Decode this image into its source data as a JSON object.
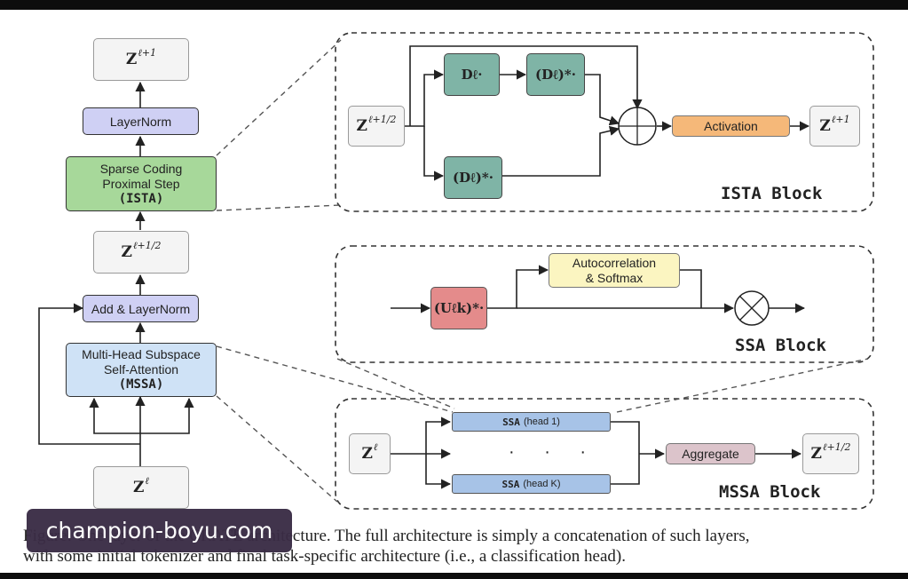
{
  "left_stack": {
    "z_out": {
      "base": "Z",
      "sup": "ℓ+1"
    },
    "layernorm": "LayerNorm",
    "ista": {
      "line1": "Sparse Coding",
      "line2": "Proximal Step",
      "line3": "(ISTA)"
    },
    "z_half": {
      "base": "Z",
      "sup": "ℓ+1/2"
    },
    "add_layernorm": "Add & LayerNorm",
    "mssa": {
      "line1": "Multi-Head Subspace",
      "line2": "Self-Attention",
      "line3": "(MSSA)"
    },
    "z_in": {
      "base": "Z",
      "sup": "ℓ"
    }
  },
  "ista_block": {
    "input": {
      "base": "Z",
      "sup": "ℓ+1/2"
    },
    "d_op": "Dℓ·",
    "dstar_op_top": "(Dℓ)*·",
    "dstar_op_bottom": "(Dℓ)*·",
    "sum_symbol": "⊕",
    "activation": "Activation",
    "output": {
      "base": "Z",
      "sup": "ℓ+1"
    },
    "label": "ISTA Block"
  },
  "ssa_block": {
    "u_op": "(Uℓk)*·",
    "autocorr": {
      "line1": "Autocorrelation",
      "line2": "& Softmax"
    },
    "product_symbol": "⊗",
    "label": "SSA Block"
  },
  "mssa_block": {
    "input": {
      "base": "Z",
      "sup": "ℓ"
    },
    "head1": {
      "name": "SSA",
      "suffix": "(head 1)"
    },
    "dots": "· · ·",
    "headk": {
      "name": "SSA",
      "suffix": "(head K)"
    },
    "aggregate": "Aggregate",
    "output": {
      "base": "Z",
      "sup": "ℓ+1/2"
    },
    "label": "MSSA Block"
  },
  "caption": {
    "line1": "Figure: One layer of the CRATE architecture. The full architecture is simply a concatenation of such layers,",
    "line2": "with some initial tokenizer and final task-specific architecture (i.e., a classification head)."
  },
  "watermark": "champion-boyu.com",
  "colors": {
    "layernorm": "#cfd0f4",
    "ista": "#a7d89a",
    "mssa": "#cfe2f6",
    "dict_ops": "#7fb4a6",
    "activation": "#f5b879",
    "autocorr": "#fbf5c1",
    "u_op": "#e48b8b",
    "ssa_heads": "#a7c3e7",
    "aggregate": "#dcc4cb"
  }
}
